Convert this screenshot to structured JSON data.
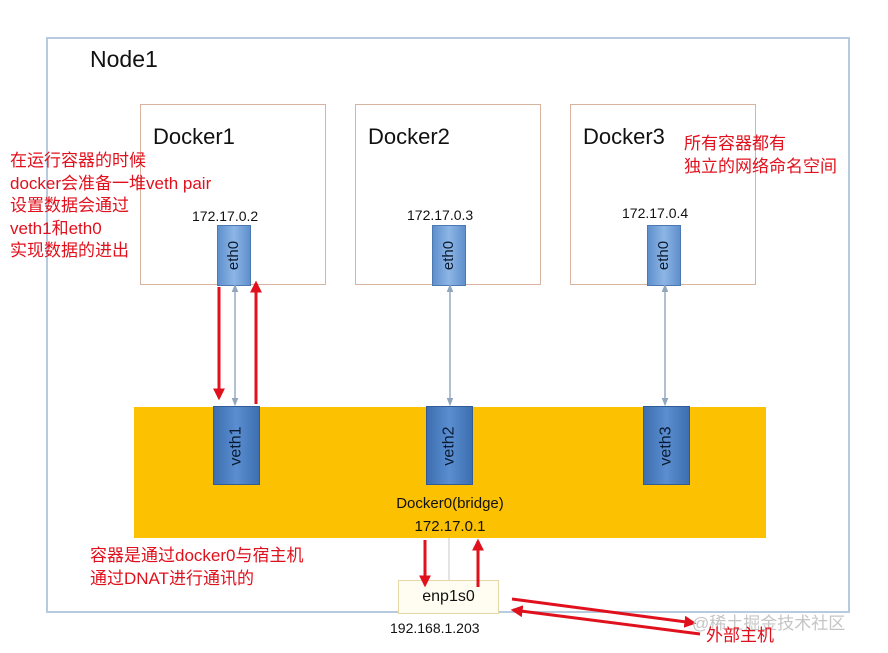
{
  "node": {
    "title": "Node1"
  },
  "containers": [
    {
      "title": "Docker1",
      "ip": "172.17.0.2",
      "iface": "eth0"
    },
    {
      "title": "Docker2",
      "ip": "172.17.0.3",
      "iface": "eth0"
    },
    {
      "title": "Docker3",
      "ip": "172.17.0.4",
      "iface": "eth0"
    }
  ],
  "bridge": {
    "veths": [
      "veth1",
      "veth2",
      "veth3"
    ],
    "name": "Docker0(bridge)",
    "ip": "172.17.0.1"
  },
  "host_nic": {
    "name": "enp1s0",
    "ip": "192.168.1.203"
  },
  "annotations": {
    "left": [
      "在运行容器的时候",
      "docker会准备一堆veth pair",
      "设置数据会通过",
      "veth1和eth0",
      "实现数据的进出"
    ],
    "right": [
      "所有容器都有",
      "独立的网络命名空间"
    ],
    "bottom": [
      "容器是通过docker0与宿主机",
      "通过DNAT进行通讯的"
    ],
    "external": "外部主机"
  },
  "watermark": "@稀土掘金技术社区",
  "colors": {
    "annotation_red": "#e0111d",
    "bridge_yellow": "#fcc100",
    "veth_blue": "#4a7fc1",
    "eth_blue": "#7aa6dc",
    "node_border": "#b7cadf",
    "container_border": "#d7b3a0",
    "link_gray": "#8fa6bd"
  }
}
